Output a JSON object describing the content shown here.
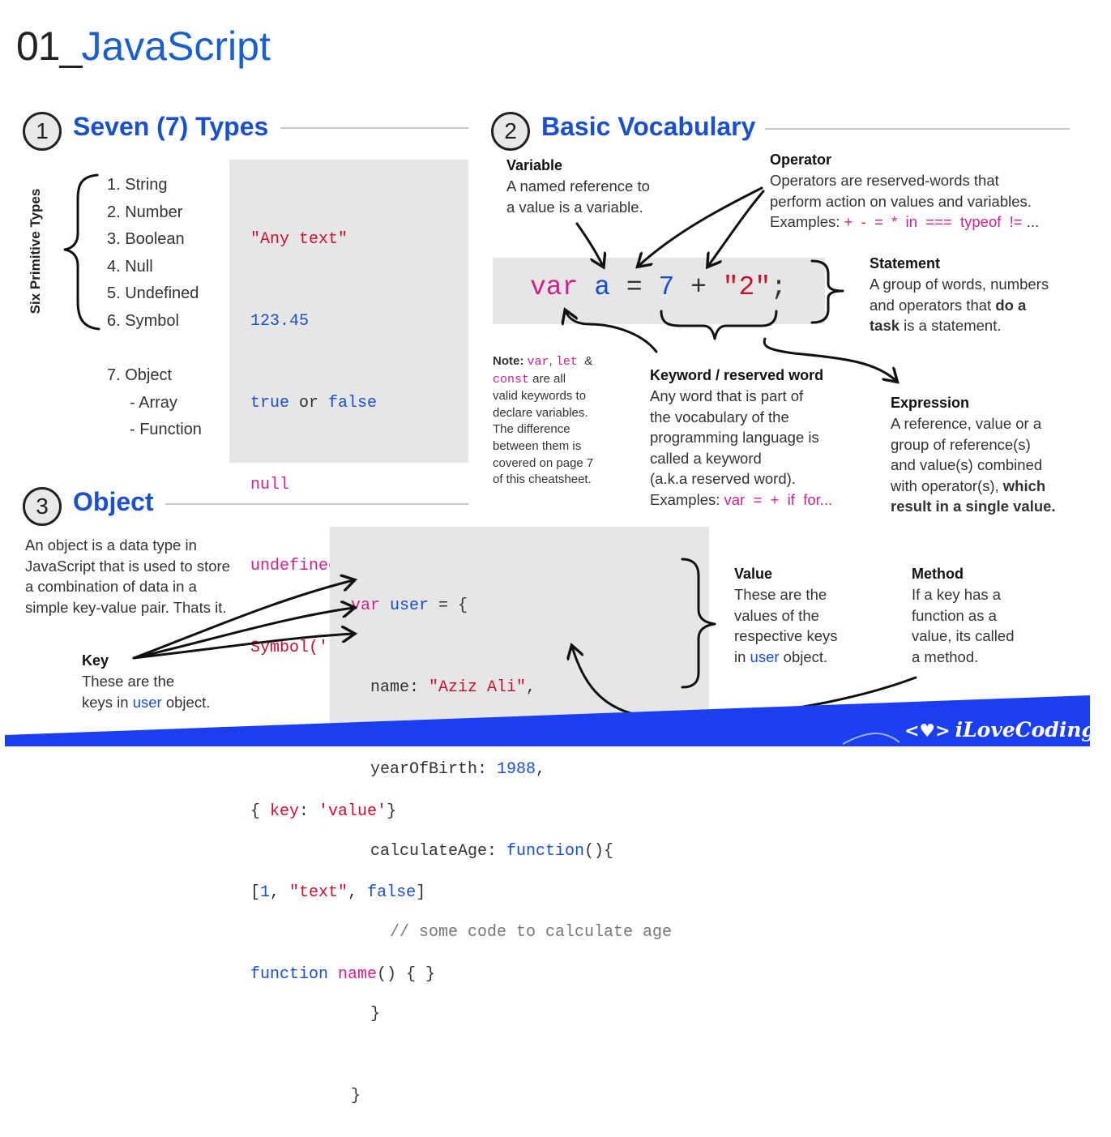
{
  "title": {
    "number": "01_",
    "name": "JavaScript"
  },
  "section1": {
    "num": "1",
    "title": "Seven (7) Types",
    "side_label": "Six Primitive Types",
    "types": [
      "1.  String",
      "2.  Number",
      "3.  Boolean",
      "4.  Null",
      "5.  Undefined",
      "6.  Symbol",
      "7.  Object",
      "- Array",
      "- Function"
    ],
    "examples": {
      "string": "\"Any text\"",
      "number": "123.45",
      "bool_true": "true",
      "bool_or": " or ",
      "bool_false": "false",
      "null": "null",
      "undefined": "undefined",
      "symbol": "Symbol('something')",
      "obj_open": "{ ",
      "obj_key": "key",
      "obj_colon": ": ",
      "obj_val": "'value'",
      "obj_close": "}",
      "arr_open": "[",
      "arr_1": "1",
      "arr_c1": ", ",
      "arr_text": "\"text\"",
      "arr_c2": ", ",
      "arr_false": "false",
      "arr_close": "]",
      "fn_kw": "function",
      "fn_name": " name",
      "fn_rest": "() { }"
    }
  },
  "section2": {
    "num": "2",
    "title": "Basic Vocabulary",
    "variable": {
      "heading": "Variable",
      "text1": "A named reference to",
      "text2": "a value is a variable."
    },
    "operator": {
      "heading": "Operator",
      "text1": "Operators are reserved-words that",
      "text2": "perform action on values and variables.",
      "examples_label": "Examples: ",
      "examples": "+  -  =  *  in  ===  typeof  !=",
      "ellipsis": " ..."
    },
    "code": {
      "var": "var",
      "a": "a",
      "eq": "=",
      "seven": "7",
      "plus": "+",
      "two": "\"2\"",
      "semi": ";"
    },
    "statement": {
      "heading": "Statement",
      "text1": "A group of words, numbers",
      "text2a": "and operators that ",
      "text2b": "do a",
      "text3a": "task",
      "text3b": " is a statement."
    },
    "note": {
      "label": "Note: ",
      "kw1": "var",
      "sep1": ", ",
      "kw2": "let",
      "sep2": "  &",
      "kw3": "const",
      "l2": " are all",
      "l3": "valid keywords to",
      "l4": "declare variables.",
      "l5": "The difference",
      "l6": "between them is",
      "l7": "covered on page 7",
      "l8": "of this cheatsheet."
    },
    "keyword": {
      "heading": "Keyword / reserved word",
      "l1": "Any word that is part of",
      "l2": "the vocabulary of the",
      "l3": "programming language is",
      "l4": "called a keyword",
      "l5": "(a.k.a reserved word).",
      "examples_label": "Examples: ",
      "examples": "var  =  +  if  for..."
    },
    "expression": {
      "heading": "Expression",
      "l1": "A reference, value or a",
      "l2": "group of reference(s)",
      "l3": "and value(s) combined",
      "l4a": "with operator(s), ",
      "l4b": "which",
      "l5": "result in a single value."
    }
  },
  "section3": {
    "num": "3",
    "title": "Object",
    "desc": [
      "An object is a data type in",
      "JavaScript that is used to store",
      "a combination of data in a",
      "simple key-value pair. Thats it."
    ],
    "code": {
      "l1_var": "var",
      "l1_user": " user",
      "l1_rest": " = {",
      "l2_key": "name: ",
      "l2_val": "\"Aziz Ali\"",
      "l2_c": ",",
      "l3_key": "yearOfBirth: ",
      "l3_val": "1988",
      "l3_c": ",",
      "l4_key": "calculateAge: ",
      "l4_fn": "function",
      "l4_rest": "(){",
      "l5": "// some code to calculate age",
      "l6": "}",
      "l7": "}"
    },
    "key": {
      "heading": "Key",
      "l1": "These are the",
      "l2a": "keys in ",
      "l2b": "user",
      "l2c": " object."
    },
    "value": {
      "heading": "Value",
      "l1": "These are the",
      "l2": "values of the",
      "l3": "respective keys",
      "l4a": "in ",
      "l4b": "user",
      "l4c": " object."
    },
    "method": {
      "heading": "Method",
      "l1": "If a key has a",
      "l2": "function as a",
      "l3": "value, its called",
      "l4": "a method."
    }
  },
  "footer": {
    "brand": "iLoveCoding"
  },
  "colors": {
    "accent_blue": "#1a4fd0",
    "keyword_pink": "#d0208e",
    "string_red": "#c8102e",
    "panel_gray": "#e6e6e6"
  }
}
